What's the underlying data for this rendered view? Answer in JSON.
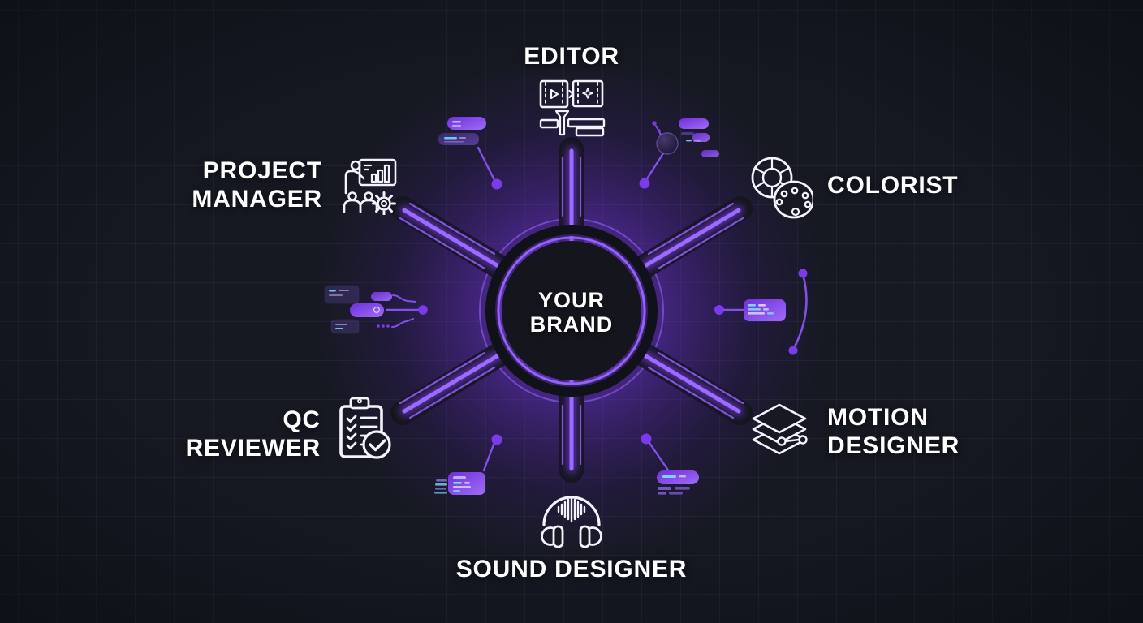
{
  "center": {
    "line1": "YOUR",
    "line2": "BRAND"
  },
  "roles": {
    "editor": {
      "label": "EDITOR",
      "icon": "film-clips-timeline-icon"
    },
    "project_manager": {
      "line1": "PROJECT",
      "line2": "MANAGER",
      "icon": "presenter-team-gear-icon"
    },
    "colorist": {
      "label": "COLORIST",
      "icon": "color-wheel-palette-icon"
    },
    "motion_designer": {
      "line1": "MOTION",
      "line2": "DESIGNER",
      "icon": "layers-motion-path-icon"
    },
    "sound_designer": {
      "label": "SOUND DESIGNER",
      "icon": "headphones-waveform-icon"
    },
    "qc_reviewer": {
      "line1": "QC",
      "line2": "REVIEWER",
      "icon": "clipboard-checklist-icon"
    }
  },
  "colors": {
    "background": "#161922",
    "grid_line": "#242939",
    "text": "#ffffff",
    "spoke_main": "#9b6bff",
    "spoke_side": "#8252e0",
    "glow": "#6d28d9",
    "hub_fill": "#15161d",
    "hub_ring": "#9166f0",
    "pill_purple": "#8b5cf6",
    "pill_deep": "#5b21b6",
    "accent_cyan": "#7dd3fc",
    "dot": "#7c3aed"
  }
}
